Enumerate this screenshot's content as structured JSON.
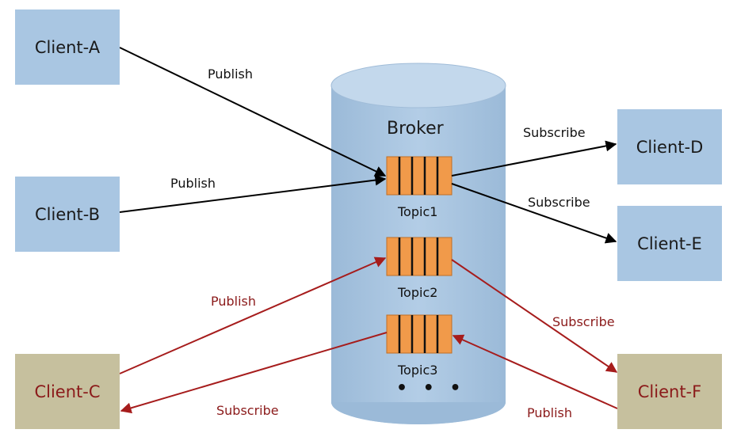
{
  "broker": {
    "title": "Broker",
    "topics": [
      "Topic1",
      "Topic2",
      "Topic3"
    ],
    "more": "• • •"
  },
  "clients": {
    "a": "Client-A",
    "b": "Client-B",
    "c": "Client-C",
    "d": "Client-D",
    "e": "Client-E",
    "f": "Client-F"
  },
  "edges": {
    "a_publish": "Publish",
    "b_publish": "Publish",
    "d_subscribe": "Subscribe",
    "e_subscribe": "Subscribe",
    "c_publish": "Publish",
    "c_subscribe": "Subscribe",
    "f_subscribe": "Subscribe",
    "f_publish": "Publish"
  },
  "colors": {
    "client_blue": "#a9c6e2",
    "client_olive": "#c6c09e",
    "cylinder": "#a9c6e2",
    "topic_orange": "#f19a4a",
    "arrow_black": "#000000",
    "arrow_red": "#a61c1c"
  }
}
